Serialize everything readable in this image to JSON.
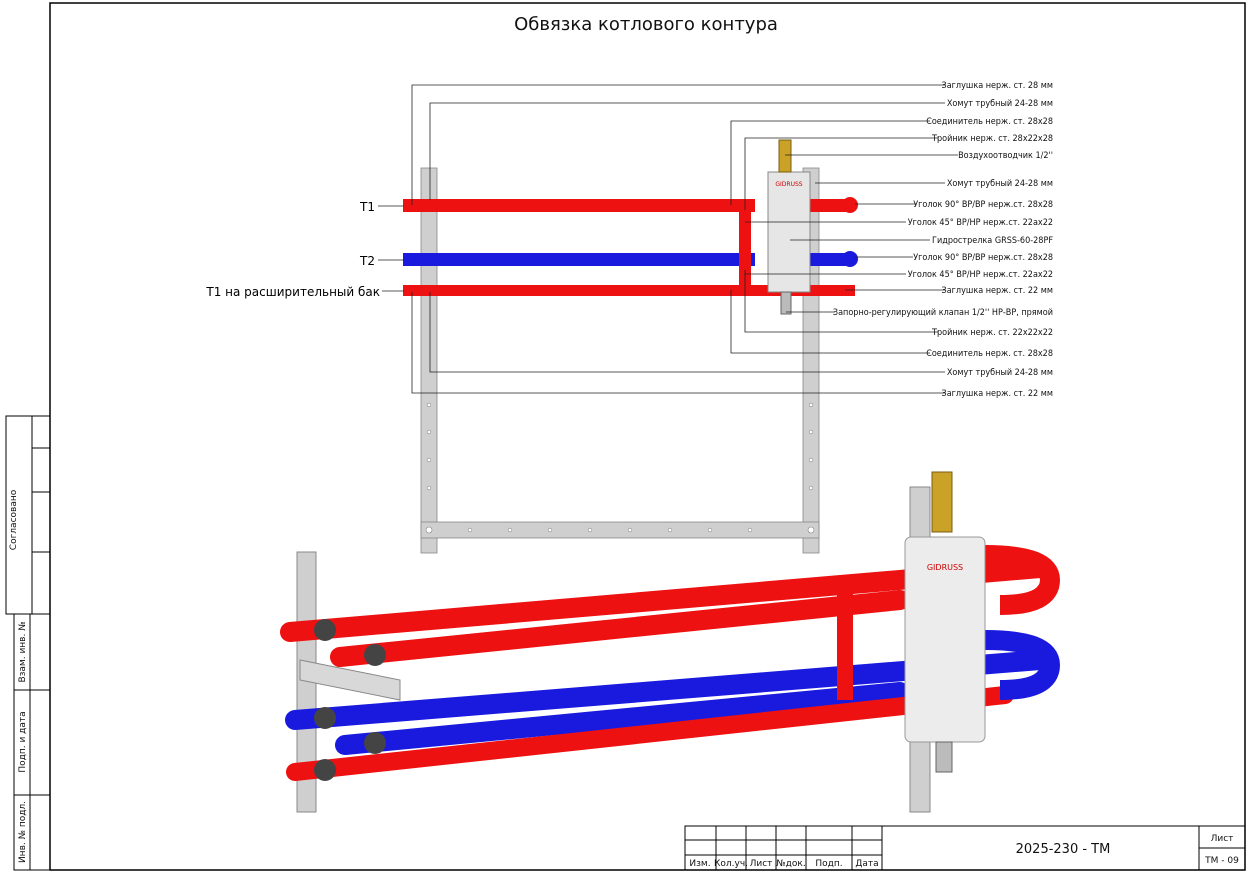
{
  "title": "Обвязка котлового контура",
  "pipe_labels": {
    "t1": "T1",
    "t2": "T2",
    "t1_tank": "T1 на расширительный бак"
  },
  "callouts": [
    "Заглушка нерж. ст. 28 мм",
    "Хомут трубный 24-28 мм",
    "Соединитель нерж. ст. 28x28",
    "Тройник нерж. ст. 28x22x28",
    "Воздухоотводчик 1/2''",
    "Хомут трубный 24-28 мм",
    "Уголок 90° ВР/ВР нерж.ст. 28x28",
    "Уголок 45° ВР/НР нерж.ст. 22ax22",
    "Гидрострелка GRSS-60-28PF",
    "Уголок 90° ВР/ВР нерж.ст. 28x28",
    "Уголок 45° ВР/НР нерж.ст. 22ax22",
    "Заглушка нерж. ст. 22 мм",
    "Запорно-регулирующий клапан 1/2'' НР-ВР, прямой",
    "Тройник нерж. ст. 22x22x22",
    "Соединитель нерж. ст. 28x28",
    "Хомут трубный 24-28 мм",
    "Заглушка нерж. ст. 22 мм"
  ],
  "side_stamp": {
    "agreed": "Согласовано",
    "inv_swap": "Взам. инв. №",
    "sign_date": "Подп. и дата",
    "inv_orig": "Инв. № подл."
  },
  "title_block": {
    "columns": [
      "Изм.",
      "Кол.уч.",
      "Лист",
      "№док.",
      "Подп.",
      "Дата"
    ],
    "doc_code": "2025-230 - ТМ",
    "sheet_label": "Лист",
    "sheet_value": "ТМ - 09"
  },
  "brand": "GIDRUSS",
  "colors": {
    "supply": "#ee1111",
    "return": "#1a1adf",
    "frame": "#c8c8c8"
  }
}
